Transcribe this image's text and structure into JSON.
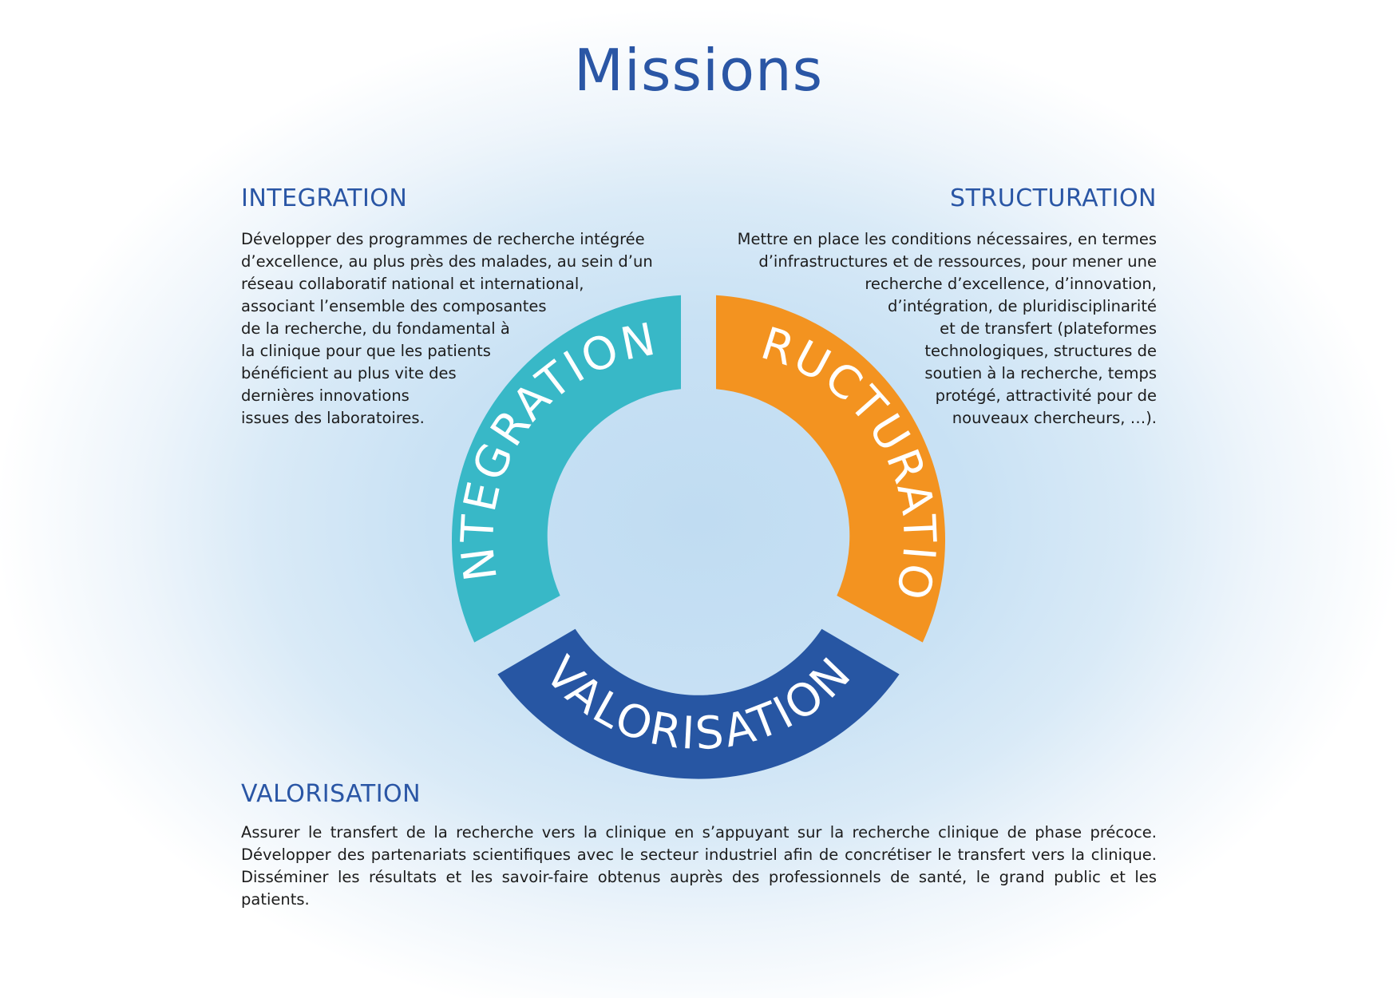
{
  "title": "Missions",
  "colors": {
    "title": "#2a56a5",
    "integration": "#38b8c7",
    "structuration": "#f39320",
    "valorisation": "#2756a3",
    "background_glow": "#c0dcf2"
  },
  "cycle": {
    "integration": "INTEGRATION",
    "structuration": "STRUCTURATION",
    "valorisation": "VALORISATION"
  },
  "sections": {
    "integration": {
      "heading": "INTEGRATION",
      "text": "Développer des programmes de recherche intégrée\nd’excellence, au plus près des malades, au sein d’un\nréseau collaboratif national et international,\nassociant l’ensemble des composantes\nde la recherche, du fondamental à\nla clinique pour que les patients\nbénéficient au plus vite des\ndernières innovations\nissues des laboratoires."
    },
    "structuration": {
      "heading": "STRUCTURATION",
      "text": "Mettre en place les conditions nécessaires, en termes\nd’infrastructures et de ressources, pour mener une\nrecherche d’excellence, d’innovation,\nd’intégration, de pluridisciplinarité\net de transfert (plateformes\ntechnologiques, structures de\nsoutien à la recherche, temps\nprotégé, attractivité pour de\nnouveaux chercheurs, …)."
    },
    "valorisation": {
      "heading": "VALORISATION",
      "text": "Assurer le transfert de la recherche vers la clinique en s’appuyant sur la recherche clinique de phase précoce. Développer des partenariats scientifiques avec le secteur industriel afin de concrétiser le transfert vers la clinique. Disséminer les résultats et les savoir-faire obtenus auprès des professionnels de santé, le grand public et les patients."
    }
  }
}
